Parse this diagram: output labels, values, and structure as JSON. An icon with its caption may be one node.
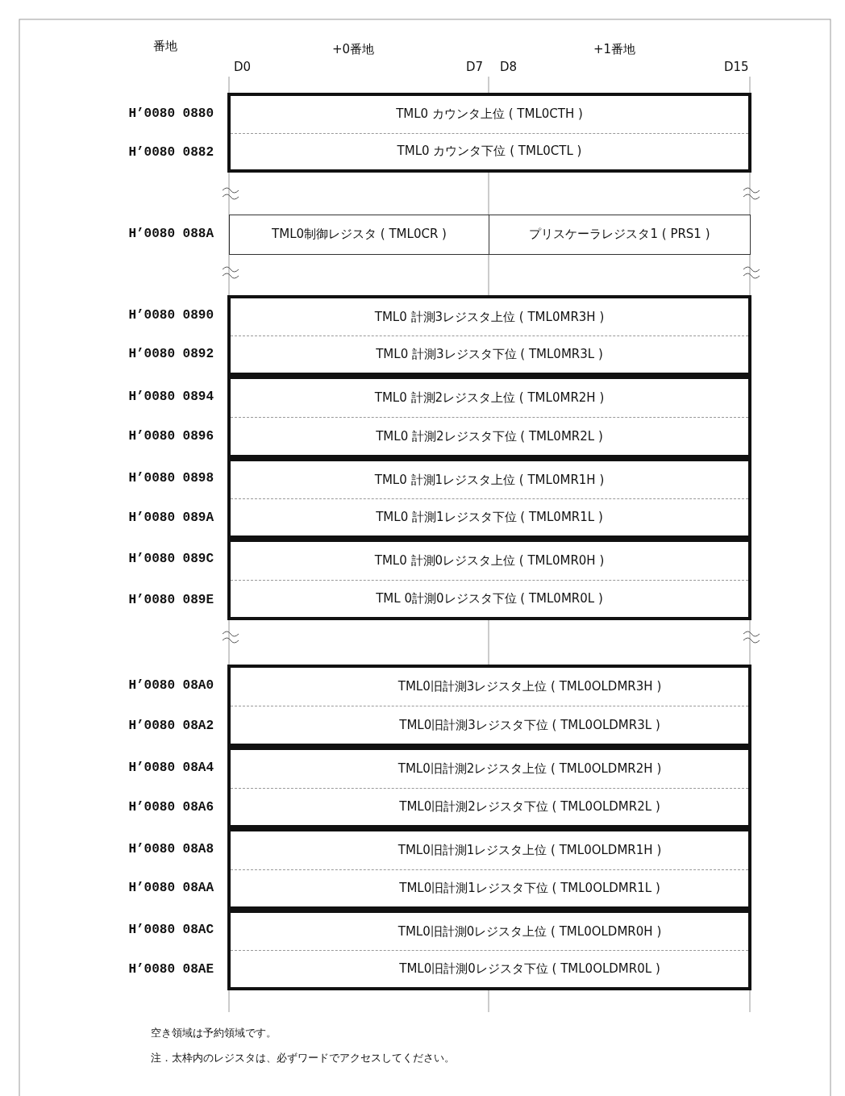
{
  "diagram": {
    "nodes": [
      {
        "text": [],
        "shape": "box"
      },
      {
        "text": [
          "TML0 カウンタ上位 ( TML0CTH )"
        ],
        "in": 0
      },
      {
        "text": [
          "TML0 カウンタ下位 ( TML0CTL )"
        ],
        "in": 0
      },
      {
        "text": [
          "TML0制御レジスタ ( TML0CR )"
        ]
      },
      {
        "text": [
          "プリスケーラレジスタ1 ( PRS1 )"
        ]
      },
      {
        "text": [],
        "shape": "box"
      },
      {
        "text": [
          "TML0 計測3レジスタ上位 ( TML0MR3H )"
        ],
        "in": 5
      },
      {
        "text": [
          "TML0 計測3レジスタ下位 ( TML0MR3L )"
        ],
        "in": 5
      },
      {
        "text": [],
        "shape": "box"
      },
      {
        "text": [
          "TML0 計測2レジスタ上位 ( TML0MR2H )"
        ],
        "in": 8
      },
      {
        "text": [
          "TML0 計測2レジスタ下位 ( TML0MR2L )"
        ],
        "in": 8
      },
      {
        "text": [],
        "shape": "box"
      },
      {
        "text": [
          "TML0 計測1レジスタ上位 ( TML0MR1H )"
        ],
        "in": 11
      },
      {
        "text": [
          "TML0 計測1レジスタ下位 ( TML0MR1L )"
        ],
        "in": 11
      },
      {
        "text": [],
        "shape": "box"
      },
      {
        "text": [
          "TML0 計測0レジスタ上位 ( TML0MR0H )"
        ],
        "in": 14
      },
      {
        "text": [
          "TML 0計測0レジスタ下位 ( TML0MR0L )"
        ],
        "in": 14
      },
      {
        "text": [],
        "shape": "box"
      },
      {
        "text": [
          "TML0旧計測3レジスタ上位 ( TML0OLDMR3H )"
        ],
        "in": 17
      },
      {
        "text": [
          "TML0旧計測3レジスタ下位 ( TML0OLDMR3L )"
        ],
        "in": 17
      },
      {
        "text": [],
        "shape": "box"
      },
      {
        "text": [
          "TML0旧計測2レジスタ上位 ( TML0OLDMR2H )"
        ],
        "in": 20
      },
      {
        "text": [
          "TML0旧計測2レジスタ下位 ( TML0OLDMR2L )"
        ],
        "in": 20
      },
      {
        "text": [],
        "shape": "box"
      },
      {
        "text": [
          "TML0旧計測1レジスタ上位 ( TML0OLDMR1H )"
        ],
        "in": 23
      },
      {
        "text": [
          "TML0旧計測1レジスタ下位 ( TML0OLDMR1L )"
        ],
        "in": 23
      },
      {
        "text": [],
        "shape": "box"
      },
      {
        "text": [
          "TML0旧計測0レジスタ上位 ( TML0OLDMR0H )"
        ],
        "in": 26
      },
      {
        "text": [
          "TML0旧計測0レジスタ下位 ( TML0OLDMR0L )"
        ],
        "in": 26
      }
    ],
    "edges": [],
    "labels": [
      "番地",
      "+0番地",
      "+1番地",
      "D0",
      "D7",
      "D8",
      "D15",
      "H’0080 0880",
      "H’0080 0882",
      "H’0080 088A",
      "H’0080 0890",
      "H’0080 0892",
      "H’0080 0894",
      "H’0080 0896",
      "H’0080 0898",
      "H’0080 089A",
      "H’0080 089C",
      "H’0080 089E",
      "H’0080 08A0",
      "H’0080 08A2",
      "H’0080 08A4",
      "H’0080 08A6",
      "H’0080 08A8",
      "H’0080 08AA",
      "H’0080 08AC",
      "H’0080 08AE",
      "空き領域は予約領域です。",
      "注．太枠内のレジスタは、必ずワードでアクセスしてください。"
    ]
  }
}
